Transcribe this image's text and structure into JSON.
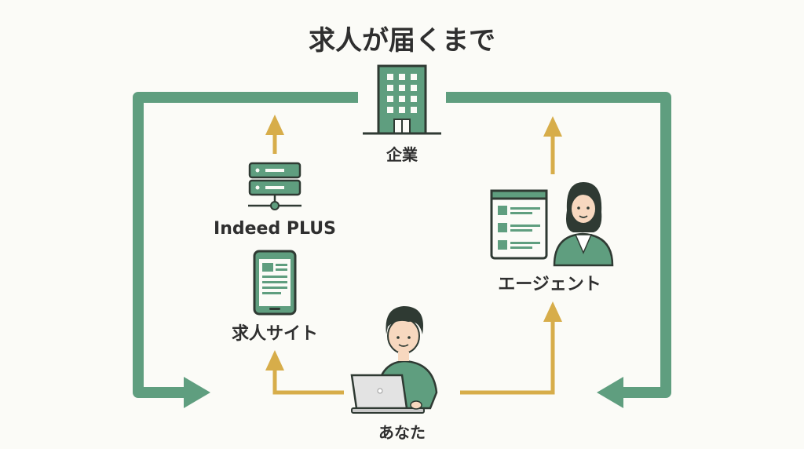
{
  "title": "求人が届くまで",
  "nodes": {
    "company": "企業",
    "indeed_plus": "Indeed PLUS",
    "job_site": "求人サイト",
    "agent": "エージェント",
    "you": "あなた"
  },
  "colors": {
    "green": "#5f9e7f",
    "gold": "#d7ad4a",
    "dark": "#2f3a33",
    "skin": "#f7d8bf",
    "background": "#fbfbf7"
  }
}
